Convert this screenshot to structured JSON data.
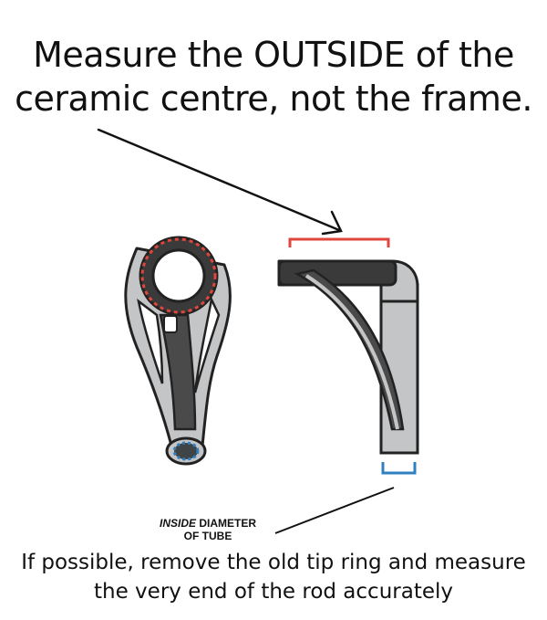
{
  "headline": {
    "line1": "Measure the OUTSIDE of the",
    "line2": "ceramic centre, not the frame."
  },
  "inside_label": {
    "emphasis": "INSIDE",
    "rest": "DIAMETER",
    "line2": "OF TUBE"
  },
  "footer": {
    "line1": "If possible, remove the old tip ring and measure",
    "line2": "the very end of the rod accurately"
  },
  "colors": {
    "outside_marker": "#e0463c",
    "inside_marker": "#2f7fc1",
    "frame_fill": "#c4c5c7",
    "frame_dark": "#3a3a3a",
    "outline": "#222222"
  }
}
